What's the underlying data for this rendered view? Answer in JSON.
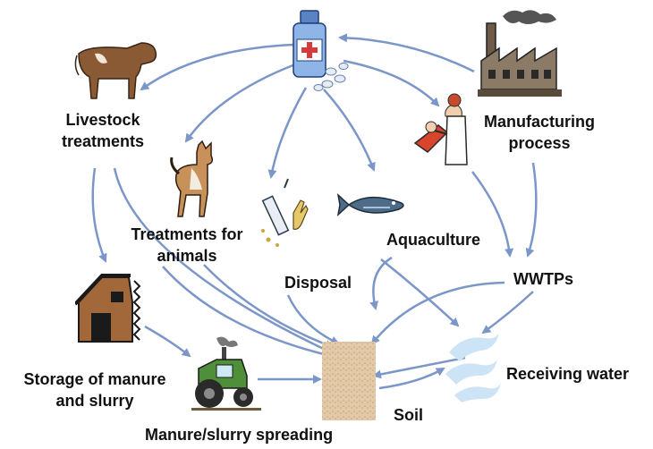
{
  "labels": {
    "livestock": [
      "Livestock",
      "treatments"
    ],
    "manufacturing": [
      "Manufacturing",
      "process"
    ],
    "animals": [
      "Treatments for",
      "animals"
    ],
    "aquaculture": "Aquaculture",
    "disposal": "Disposal",
    "wwtps": "WWTPs",
    "storage": [
      "Storage of manure",
      "and slurry"
    ],
    "receiving": "Receiving water",
    "soil": "Soil",
    "spreading": "Manure/slurry spreading"
  },
  "colors": {
    "arrow": "#7b96c8",
    "text": "#111111",
    "pill": "#e4ecf6",
    "soil": "#e2c9a8",
    "water": "#cde4f6"
  },
  "icons": [
    "medicine-bottle-icon",
    "pills-icon",
    "cow-icon",
    "factory-icon",
    "dentist-icon",
    "dog-icon",
    "syringe-icon",
    "fish-icon",
    "barn-icon",
    "tractor-icon",
    "soil-patch-icon",
    "water-splash-icon"
  ]
}
